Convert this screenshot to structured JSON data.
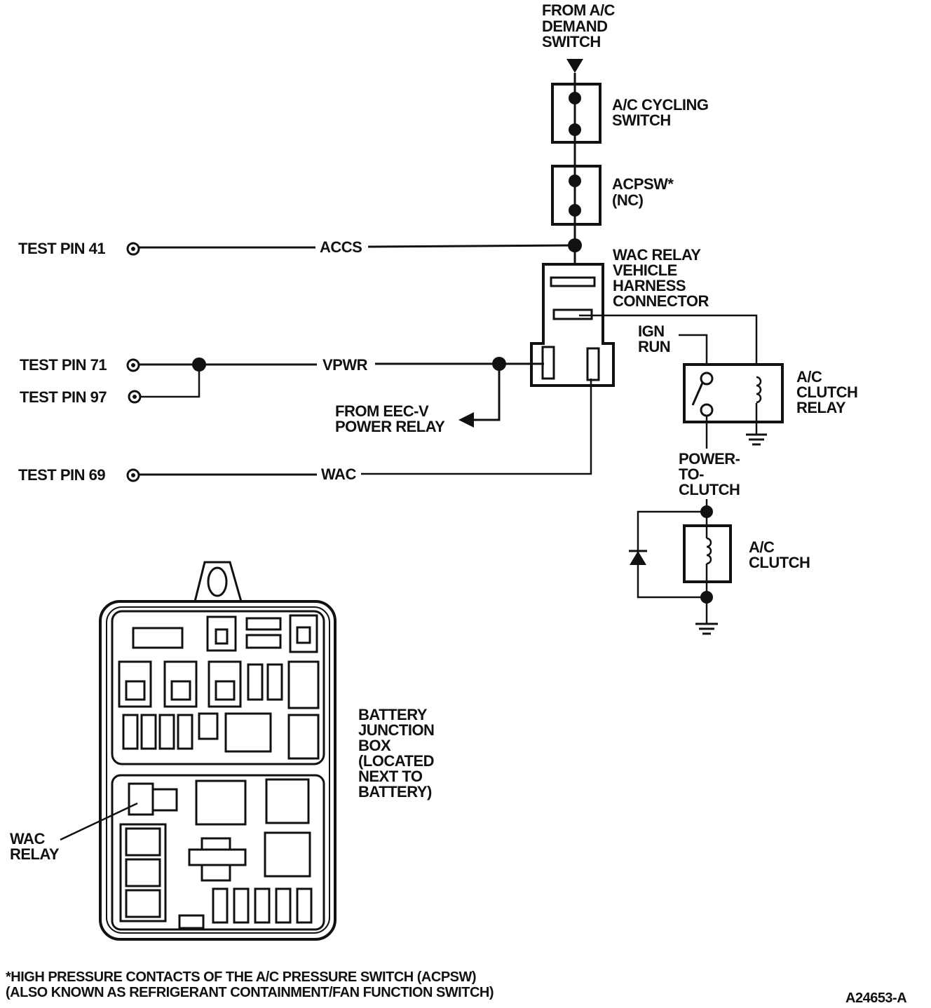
{
  "labels": {
    "from_ac_demand": [
      "FROM A/C",
      "DEMAND",
      "SWITCH"
    ],
    "ac_cycling_switch": [
      "A/C CYCLING",
      "SWITCH"
    ],
    "acpsw": [
      "ACPSW*",
      "(NC)"
    ],
    "wac_relay_connector": [
      "WAC RELAY",
      "VEHICLE",
      "HARNESS",
      "CONNECTOR"
    ],
    "ign_run": [
      "IGN",
      "RUN"
    ],
    "ac_clutch_relay": [
      "A/C",
      "CLUTCH",
      "RELAY"
    ],
    "power_to_clutch": [
      "POWER-",
      "TO-",
      "CLUTCH"
    ],
    "ac_clutch": [
      "A/C",
      "CLUTCH"
    ],
    "from_eec": [
      "FROM EEC-V",
      "POWER RELAY"
    ],
    "battery_junction_box": [
      "BATTERY",
      "JUNCTION",
      "BOX",
      "(LOCATED",
      "NEXT TO",
      "BATTERY)"
    ],
    "wac_relay": [
      "WAC",
      "RELAY"
    ]
  },
  "test_pins": {
    "pin41": "TEST PIN 41",
    "pin71": "TEST PIN 71",
    "pin97": "TEST PIN 97",
    "pin69": "TEST PIN 69"
  },
  "signals": {
    "accs": "ACCS",
    "vpwr": "VPWR",
    "wac": "WAC"
  },
  "footnote": [
    "*HIGH PRESSURE CONTACTS OF THE A/C PRESSURE SWITCH (ACPSW)",
    "(ALSO KNOWN AS REFRIGERANT CONTAINMENT/FAN FUNCTION SWITCH)"
  ],
  "figure_id": "A24653-A"
}
